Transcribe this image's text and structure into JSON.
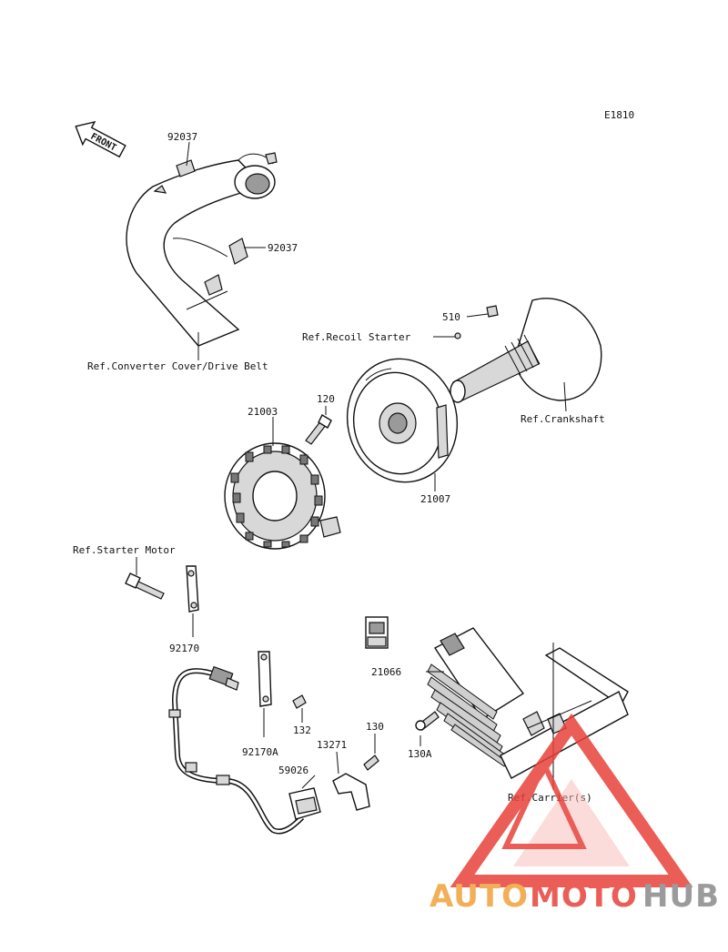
{
  "diagram_code": "E1810",
  "front_label": "FRONT",
  "labels": {
    "p92037_top": "92037",
    "p92037_mid": "92037",
    "ref_converter": "Ref.Converter Cover/Drive Belt",
    "ref_recoil": "Ref.Recoil Starter",
    "p510": "510",
    "ref_crankshaft": "Ref.Crankshaft",
    "p120": "120",
    "p21003": "21003",
    "p21007": "21007",
    "ref_starter_motor": "Ref.Starter Motor",
    "p92170": "92170",
    "p92170A": "92170A",
    "p132": "132",
    "p130": "130",
    "p13271": "13271",
    "p59026": "59026",
    "p21066": "21066",
    "p130A": "130A",
    "ref_carrier": "Ref.Carrier(s)"
  },
  "watermark": {
    "part1": "AUTO",
    "part2": "MOTO",
    "part3": "HUB",
    "color_orange": "#f2a23a",
    "color_red": "#e8413a",
    "color_gray": "#8a8a8a"
  }
}
